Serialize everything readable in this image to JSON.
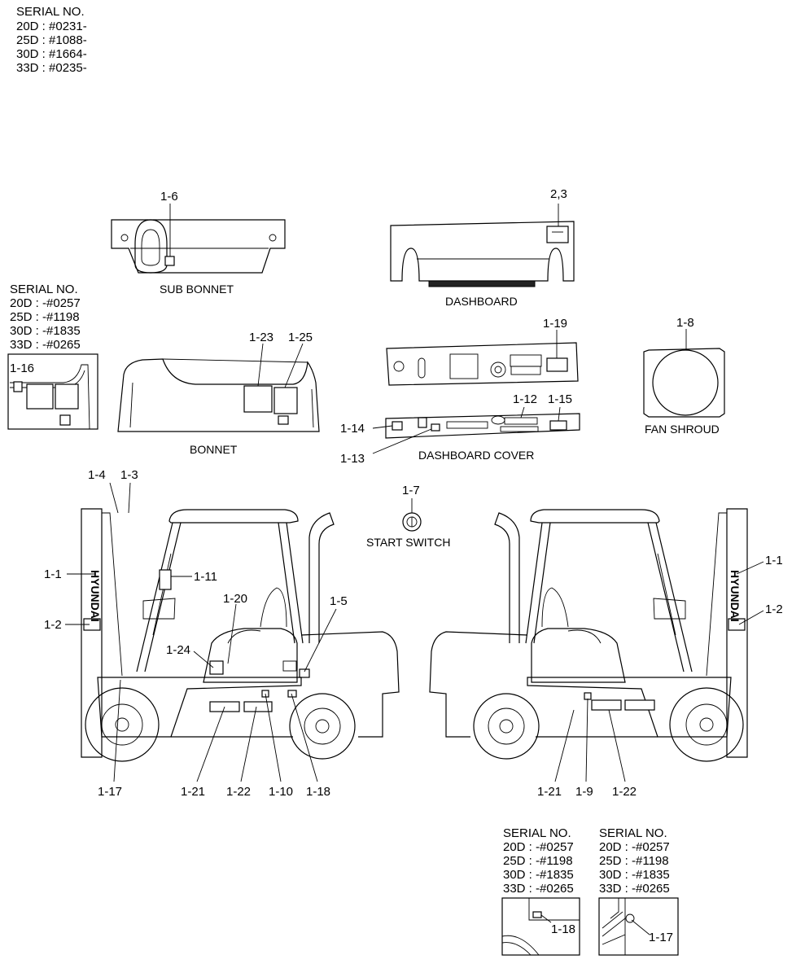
{
  "serial_blocks": {
    "top_left": {
      "title": "SERIAL NO.",
      "lines": [
        "20D : #0231-",
        "25D : #1088-",
        "30D : #1664-",
        "33D : #0235-"
      ]
    },
    "bonnet_inset": {
      "title": "SERIAL NO.",
      "lines": [
        "20D : -#0257",
        "25D : -#1198",
        "30D : -#1835",
        "33D : -#0265"
      ]
    },
    "bottom_a": {
      "title": "SERIAL NO.",
      "lines": [
        "20D : -#0257",
        "25D : -#1198",
        "30D : -#1835",
        "33D : -#0265"
      ]
    },
    "bottom_b": {
      "title": "SERIAL NO.",
      "lines": [
        "20D : -#0257",
        "25D : -#1198",
        "30D : -#1835",
        "33D : -#0265"
      ]
    }
  },
  "captions": {
    "sub_bonnet": "SUB BONNET",
    "dashboard": "DASHBOARD",
    "bonnet": "BONNET",
    "dashboard_cover": "DASHBOARD COVER",
    "fan_shroud": "FAN SHROUD",
    "start_switch": "START SWITCH"
  },
  "callouts": {
    "c1_6": "1-6",
    "c2_3": "2,3",
    "c1_23": "1-23",
    "c1_25": "1-25",
    "c1_16": "1-16",
    "c1_19": "1-19",
    "c1_8": "1-8",
    "c1_12": "1-12",
    "c1_15": "1-15",
    "c1_14": "1-14",
    "c1_13": "1-13",
    "c1_7": "1-7",
    "c1_4": "1-4",
    "c1_3": "1-3",
    "l1_1": "1-1",
    "l1_11": "1-11",
    "l1_20": "1-20",
    "l1_5": "1-5",
    "l1_2": "1-2",
    "l1_24": "1-24",
    "l1_17": "1-17",
    "l1_21": "1-21",
    "l1_22": "1-22",
    "l1_10": "1-10",
    "l1_18": "1-18",
    "r1_1": "1-1",
    "r1_2": "1-2",
    "r1_21": "1-21",
    "r1_9": "1-9",
    "r1_22": "1-22",
    "d1_18": "1-18",
    "d1_17": "1-17"
  },
  "brand": "HYUNDAI"
}
